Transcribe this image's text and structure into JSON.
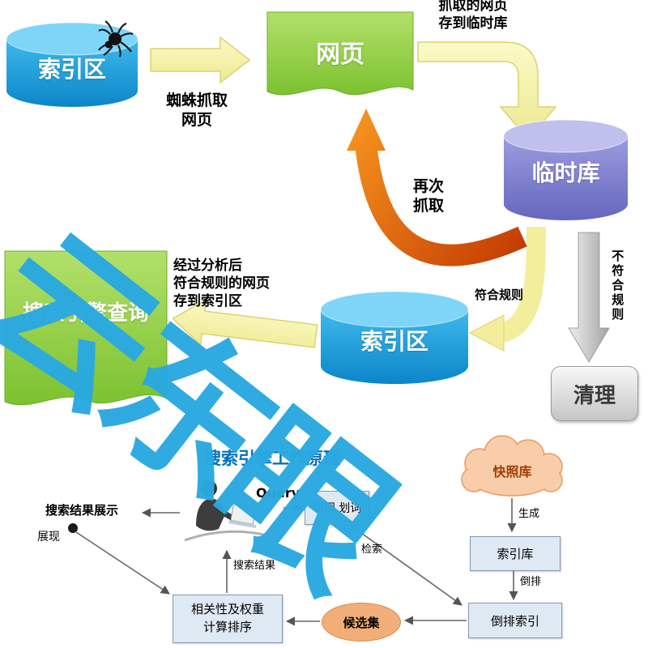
{
  "watermark": {
    "text": "云东眼",
    "color": "#29A9E1"
  },
  "colors": {
    "cylinder_blue": "#1FA7E0",
    "cylinder_purple": "#8888D0",
    "page_green": "#8CC63F",
    "arrow_yellow": "#F2EE9C",
    "arrow_orange": "#E06A10",
    "arrow_gray": "#BFBFBF",
    "cloud_salmon": "#F9CDA9",
    "box_blue": "#DFE9F3",
    "heading_blue": "#0070C0"
  },
  "top_flow": {
    "index_db_label": "索引区",
    "crawl_label_line1": "蜘蛛抓取",
    "crawl_label_line2": "网页",
    "webpage_label": "网页",
    "store_label_line1": "抓取的网页",
    "store_label_line2": "存到临时库",
    "temp_db_label": "临时库",
    "recrawl_label_line1": "再次",
    "recrawl_label_line2": "抓取",
    "analyze_label_line1": "经过分析后",
    "analyze_label_line2": "符合规则的网页",
    "analyze_label_line3": "存到索引区",
    "match_rule_label": "符合规则",
    "no_match_rule_label": "不符合规则",
    "cleanup_label": "清理",
    "index_db2_label": "索引区",
    "query_doc_label": "搜索引擎查询"
  },
  "bottom_flow": {
    "heading": "搜索引擎工作原理",
    "query_label": "Query",
    "segment_box_label": "切词 划词",
    "snapshot_cloud_label": "快照库",
    "generate_label": "生成",
    "index_lib_label": "索引库",
    "inverted_small_label": "倒排",
    "inverted_index_label": "倒排索引",
    "candidate_label": "候选集",
    "ranking_line1": "相关性及权重",
    "ranking_line2": "计算排序",
    "search_result_label": "搜索结果",
    "result_display_label": "搜索结果展示",
    "display_label": "展现",
    "retrieve_label": "检索"
  }
}
